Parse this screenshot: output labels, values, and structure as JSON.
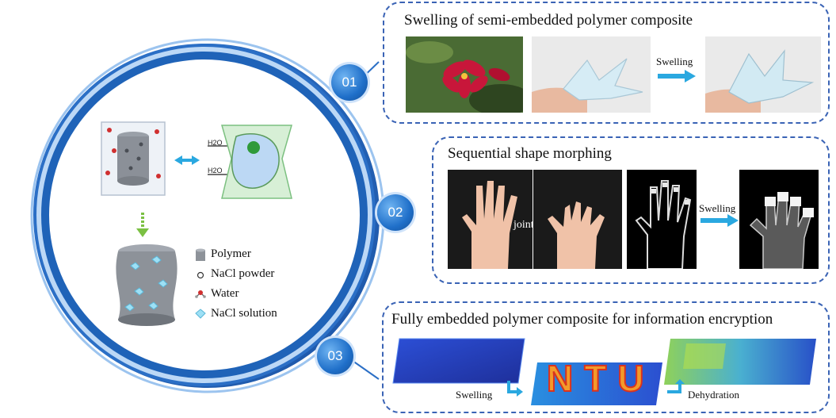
{
  "colors": {
    "accent": "#1f6fc9",
    "panel_border": "#3a63b5",
    "arrow": "#2aa8e0"
  },
  "panels": [
    {
      "number": "01",
      "title": "Swelling of semi-embedded polymer composite",
      "arrow_label": "Swelling"
    },
    {
      "number": "02",
      "title": "Sequential shape morphing",
      "joint_label": "joint",
      "arrow_label": "Swelling"
    },
    {
      "number": "03",
      "title": "Fully embedded polymer composite for information encryption",
      "letters": "NTU",
      "swelling_label": "Swelling",
      "dehydration_label": "Dehydration"
    }
  ],
  "center": {
    "h2o_top": "H2O",
    "h2o_bottom": "H2O",
    "legend": [
      {
        "label": "Polymer",
        "icon": "polymer-cylinder-icon"
      },
      {
        "label": "NaCl powder",
        "icon": "nacl-powder-icon"
      },
      {
        "label": "Water",
        "icon": "water-molecule-icon"
      },
      {
        "label": "NaCl solution",
        "icon": "nacl-solution-icon"
      }
    ]
  }
}
